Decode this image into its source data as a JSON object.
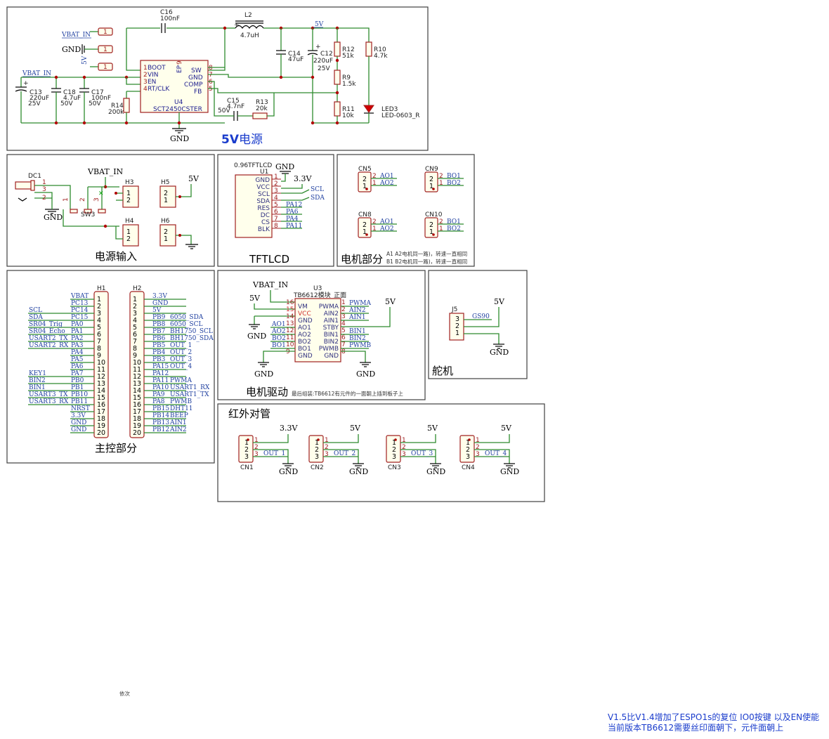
{
  "sections": {
    "power5v": "5V电源",
    "power5v_prefix": "5V",
    "power5v_suffix": "电源",
    "power_in": "电源输入",
    "tftlcd": "TFTLCD",
    "motor": "电机部分",
    "main": "主控部分",
    "driver": "电机驱动",
    "servo": "舵机",
    "ir": "红外对管"
  },
  "power": {
    "vbat_in": "VBAT_IN",
    "gnd": "GND",
    "v5": "5V",
    "v33": "3.3V",
    "one": "1"
  },
  "psu": {
    "c16": {
      "ref": "C16",
      "val": "100nF"
    },
    "l2": {
      "ref": "L2",
      "val": "4.7uH"
    },
    "c14": {
      "ref": "C14",
      "val": "47uF"
    },
    "c12": {
      "ref": "C12",
      "val": "220uF",
      "volt": "25V"
    },
    "r12": {
      "ref": "R12",
      "val": "51k"
    },
    "r10": {
      "ref": "R10",
      "val": "4.7k"
    },
    "r9": {
      "ref": "R9",
      "val": "1.5k"
    },
    "r11": {
      "ref": "R11",
      "val": "10k"
    },
    "led3": {
      "ref": "LED3",
      "val": "LED-0603_R"
    },
    "c13": {
      "ref": "C13",
      "val": "220uF",
      "volt": "25V"
    },
    "c18": {
      "ref": "C18",
      "val": "4.7uF",
      "volt": "50V"
    },
    "c17": {
      "ref": "C17",
      "val": "100nF",
      "volt": "50V"
    },
    "r14": {
      "ref": "R14",
      "val": "200k"
    },
    "c15": {
      "ref": "C15",
      "val": "4.7nF",
      "volt": "50V"
    },
    "r13": {
      "ref": "R13",
      "val": "20k"
    },
    "u4": {
      "ref": "U4",
      "val": "SCT2450CSTER",
      "ep": "EP",
      "left": [
        [
          "1",
          "BOOT"
        ],
        [
          "2",
          "VIN"
        ],
        [
          "3",
          "EN"
        ],
        [
          "4",
          "RT/CLK"
        ]
      ],
      "right": [
        [
          "8",
          "SW"
        ],
        [
          "7",
          "GND"
        ],
        [
          "6",
          "COMP"
        ],
        [
          "5",
          "FB"
        ]
      ],
      "pin9": "9"
    }
  },
  "pwrin": {
    "dc1": "DC1",
    "sw3": "SW3",
    "dc_pins": [
      "1",
      "3",
      "2"
    ],
    "sw_pins": [
      "1",
      "2",
      "3"
    ],
    "h3": "H3",
    "h4": "H4",
    "h5": "H5",
    "h6": "H6",
    "pins12": [
      "1",
      "2"
    ],
    "pins21": [
      "2",
      "1"
    ]
  },
  "lcd": {
    "title": "0.96TFTLCD",
    "ref": "U1",
    "pins": [
      {
        "n": "1",
        "name": "GND",
        "net": ""
      },
      {
        "n": "2",
        "name": "VCC",
        "net": ""
      },
      {
        "n": "3",
        "name": "SCL",
        "net": "SCL"
      },
      {
        "n": "4",
        "name": "SDA",
        "net": "SDA"
      },
      {
        "n": "5",
        "name": "RES",
        "net": "PA12"
      },
      {
        "n": "6",
        "name": "DC",
        "net": "PA6"
      },
      {
        "n": "7",
        "name": "CS",
        "net": "PA4"
      },
      {
        "n": "8",
        "name": "BLK",
        "net": "PA11"
      }
    ]
  },
  "motors": [
    {
      "ref": "CN5",
      "n2": "AO1",
      "n1": "AO2"
    },
    {
      "ref": "CN9",
      "n2": "BO1",
      "n1": "BO2"
    },
    {
      "ref": "CN8",
      "n2": "AO1",
      "n1": "AO2"
    },
    {
      "ref": "CN10",
      "n2": "BO1",
      "n1": "BO2"
    }
  ],
  "motor_notes": [
    "A1 A2电机同一路)，转速一直相同",
    "B1 B2电机同一路)，转速一直相同"
  ],
  "h1": {
    "ref": "H1",
    "pins": [
      "1",
      "2",
      "3",
      "4",
      "5",
      "6",
      "7",
      "8",
      "9",
      "10",
      "11",
      "12",
      "13",
      "14",
      "15",
      "16",
      "17",
      "18",
      "19",
      "20"
    ],
    "left_nets": [
      "",
      "",
      "SCL",
      "SDA",
      "SR04_Trig",
      "SR04_Echo",
      "USART2_TX",
      "USART2_RX",
      "",
      "",
      "",
      "KEY1",
      "BIN2",
      "BIN1",
      "USART3_TX",
      "USART3_RX",
      "",
      "",
      "",
      ""
    ],
    "right_nets": [
      "VBAT",
      "PC13",
      "PC14",
      "PC15",
      "PA0",
      "PA1",
      "PA2",
      "PA3",
      "PA4",
      "PA5",
      "PA6",
      "PA7",
      "PB0",
      "PB1",
      "PB10",
      "PB11",
      "NRST",
      "3.3V",
      "GND",
      "GND"
    ]
  },
  "h2": {
    "ref": "H2",
    "pins": [
      "1",
      "2",
      "3",
      "4",
      "5",
      "6",
      "7",
      "8",
      "9",
      "10",
      "11",
      "12",
      "13",
      "14",
      "15",
      "16",
      "17",
      "18",
      "19",
      "20"
    ],
    "nets": [
      "3.3V",
      "GND",
      "5V",
      "PB9",
      "PB8",
      "PB7",
      "PB6",
      "PB5",
      "PB4",
      "PB3",
      "PA15",
      "PA12",
      "PA11",
      "PA10",
      "PA9",
      "PA8",
      "PB15",
      "PB14",
      "PB13",
      "PB12"
    ],
    "funcs": [
      "",
      "",
      "",
      "6050_SDA",
      "6050_SCL",
      "BH1750_SCL",
      "BH1750_SDA",
      "OUT_1",
      "OUT_2",
      "OUT_3",
      "OUT_4",
      "",
      "PWMA",
      "USART1_RX",
      "USART1_TX",
      "PWMB",
      "DHT11",
      "BEEP",
      "AIN1",
      "AIN2"
    ]
  },
  "tb": {
    "ref": "U3",
    "val": "TB6612模块_正面",
    "left": [
      [
        "16",
        "VM"
      ],
      [
        "15",
        "VCC"
      ],
      [
        "14",
        "GND"
      ],
      [
        "13",
        "AO1"
      ],
      [
        "12",
        "AO2"
      ],
      [
        "11",
        "BO2"
      ],
      [
        "10",
        "BO1"
      ],
      [
        "9",
        "GND"
      ]
    ],
    "right": [
      [
        "1",
        "PWMA"
      ],
      [
        "2",
        "AIN2"
      ],
      [
        "3",
        "AIN1"
      ],
      [
        "4",
        "STBY"
      ],
      [
        "5",
        "BIN1"
      ],
      [
        "6",
        "BIN2"
      ],
      [
        "7",
        "PWMB"
      ],
      [
        "8",
        "GND"
      ]
    ],
    "left_nets": [
      "",
      "",
      "",
      "AO1",
      "AO2",
      "BO2",
      "BO1",
      ""
    ],
    "right_nets": [
      "PWMA",
      "AIN2",
      "AIN1",
      "",
      "BIN1",
      "BIN2",
      "PWMB",
      ""
    ],
    "note": "最后组装:TB6612有元件的一面朝上插到板子上"
  },
  "servo": {
    "ref": "J5",
    "pins": [
      "3",
      "2",
      "1"
    ],
    "net": "GS90"
  },
  "ir": [
    {
      "ref": "CN1",
      "out": "OUT_1",
      "pwr": "3.3V"
    },
    {
      "ref": "CN2",
      "out": "OUT_2",
      "pwr": "5V"
    },
    {
      "ref": "CN3",
      "out": "OUT_3",
      "pwr": "5V"
    },
    {
      "ref": "CN4",
      "out": "OUT_4",
      "pwr": "5V"
    }
  ],
  "ir_pins": [
    "1",
    "2",
    "3"
  ],
  "misc": {
    "yici": "依次"
  },
  "footer": [
    "V1.5比V1.4增加了ESPO1s的复位 IO0按键 以及EN使能",
    "当前版本TB6612需要丝印面朝下，元件面朝上"
  ]
}
